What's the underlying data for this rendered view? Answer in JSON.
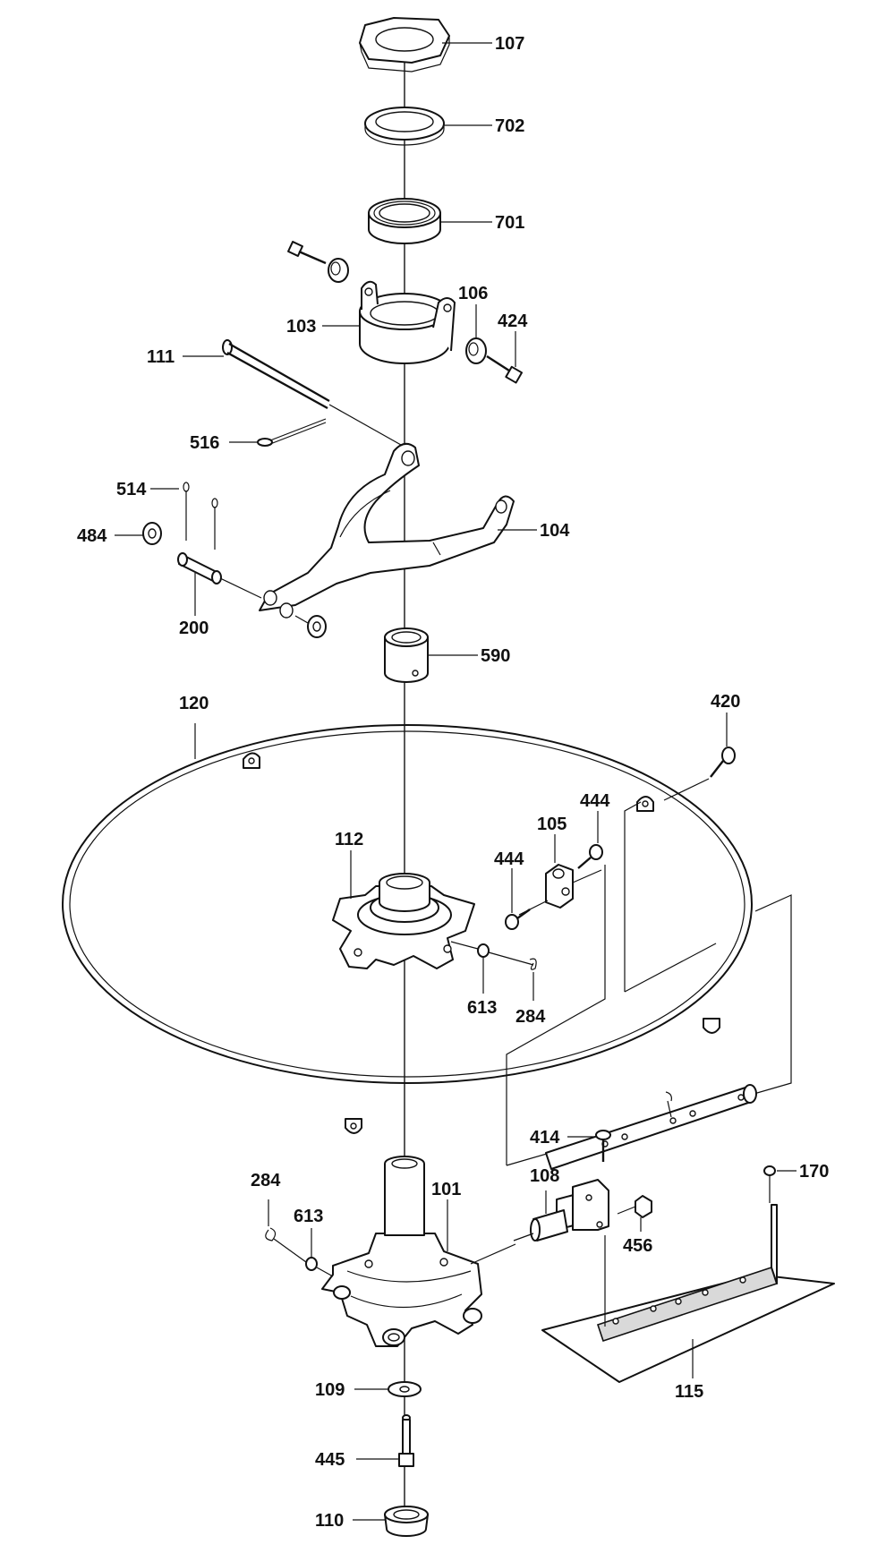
{
  "diagram": {
    "colors": {
      "ink": "#111111",
      "paper": "#ffffff",
      "shade": "#d9d9d9"
    },
    "labels": {
      "p107": "107",
      "p702": "702",
      "p701": "701",
      "p106": "106",
      "p424": "424",
      "p103": "103",
      "p111": "111",
      "p516": "516",
      "p514": "514",
      "p484": "484",
      "p104": "104",
      "p200": "200",
      "p590": "590",
      "p120": "120",
      "p420": "420",
      "p444a": "444",
      "p105": "105",
      "p444b": "444",
      "p112": "112",
      "p613a": "613",
      "p284a": "284",
      "p414": "414",
      "p108": "108",
      "p170": "170",
      "p456": "456",
      "p284b": "284",
      "p613b": "613",
      "p101": "101",
      "p115": "115",
      "p109": "109",
      "p445": "445",
      "p110": "110"
    }
  }
}
